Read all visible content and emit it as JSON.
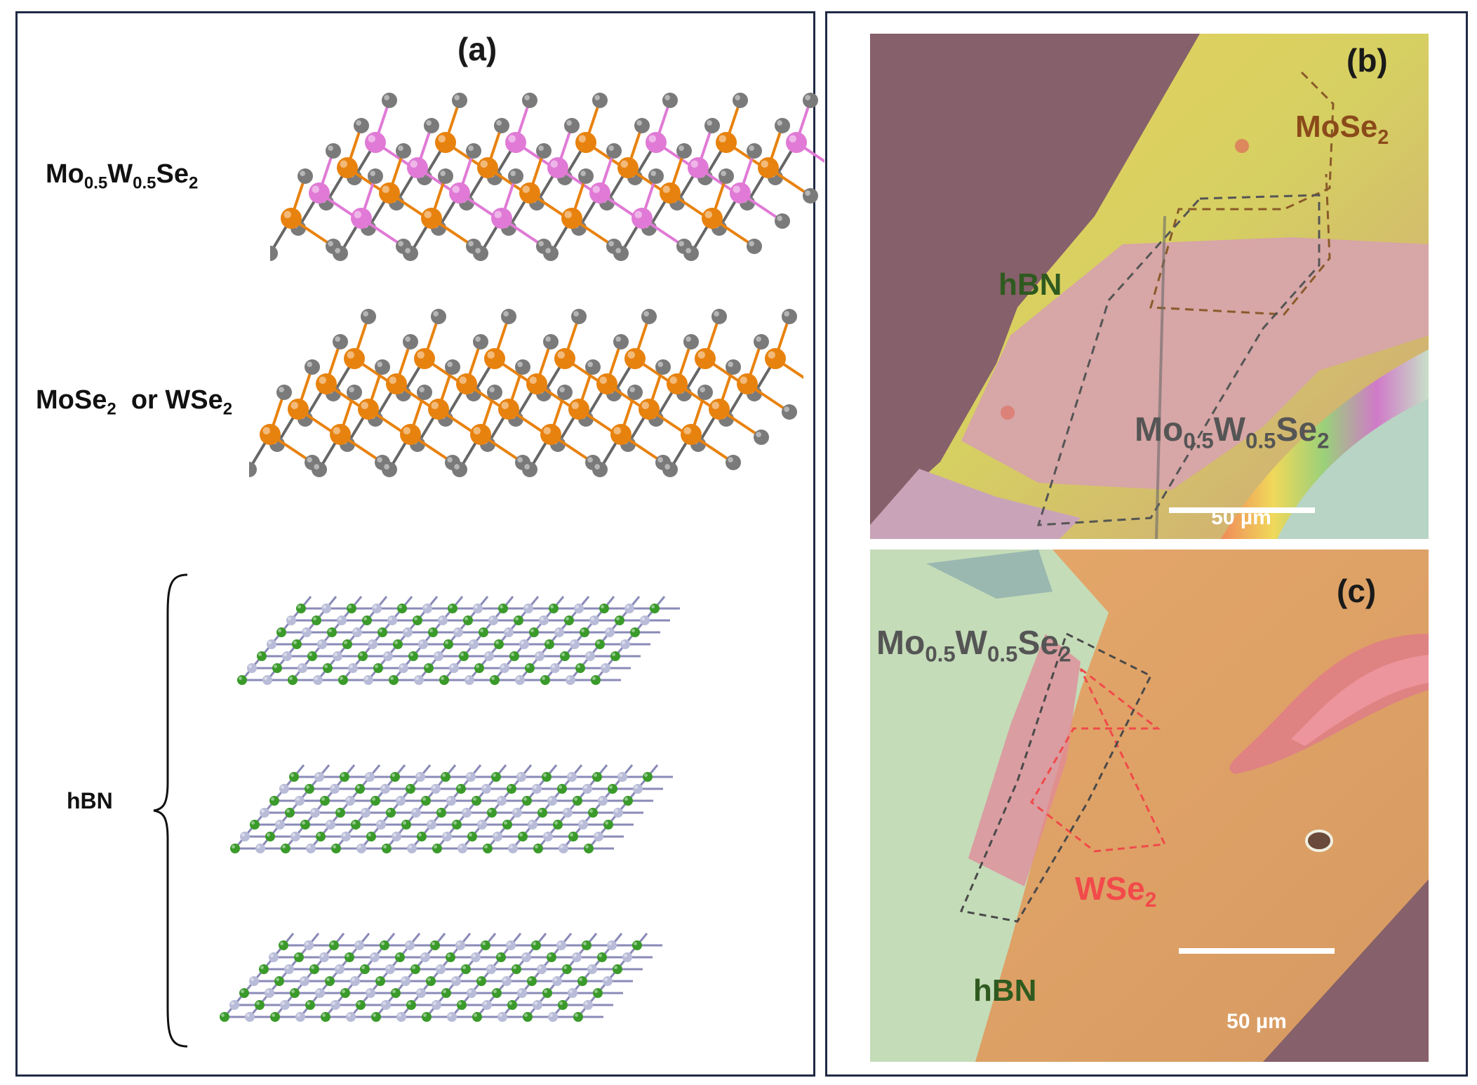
{
  "panel_a": {
    "label": "(a)",
    "top_layer": {
      "prefix": "Mo",
      "sub1": "0.5",
      "mid": "W",
      "sub2": "0.5",
      "suffix": "Se",
      "sub3": "2"
    },
    "middle_layer": {
      "p1": "MoSe",
      "s1": "2",
      "or": "or",
      "p2": "WSe",
      "s2": "2"
    },
    "bottom_label": "hBN"
  },
  "panel_b": {
    "label": "(b)",
    "mose2": {
      "text": "MoSe",
      "sub": "2"
    },
    "hbn": "hBN",
    "alloy": {
      "prefix": "Mo",
      "sub1": "0.5",
      "mid": "W",
      "sub2": "0.5",
      "suffix": "Se",
      "sub3": "2"
    },
    "scale_bar": "50 µm"
  },
  "panel_c": {
    "label": "(c)",
    "alloy": {
      "prefix": "Mo",
      "sub1": "0.5",
      "mid": "W",
      "sub2": "0.5",
      "suffix": "Se",
      "sub3": "2"
    },
    "wse2": {
      "text": "WSe",
      "sub": "2"
    },
    "hbn": "hBN",
    "scale_bar": "50 µm"
  },
  "colors": {
    "frame": "#1f2a44",
    "mo": "#e8820e",
    "w": "#e07ad6",
    "se": "#7a7a7a",
    "b_atom": "#3a9a2a",
    "n_atom": "#b8bcd8",
    "mose2_label": "#8b4a1a",
    "hbn_label": "#2f5a1f",
    "alloy_label": "#555555",
    "wse2_label": "#f24a4a"
  }
}
